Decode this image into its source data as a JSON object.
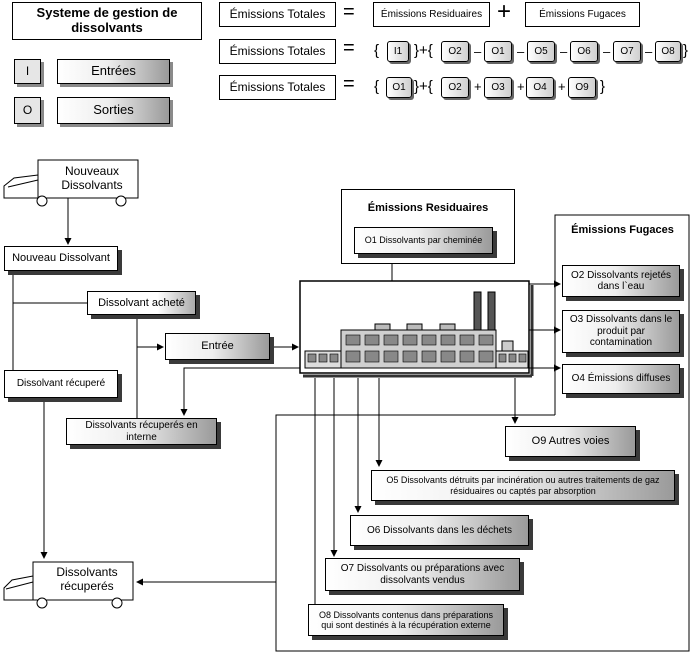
{
  "header": {
    "title": "Systeme de gestion de dissolvants",
    "legend_in_symbol": "I",
    "legend_in_label": "Entrées",
    "legend_out_symbol": "O",
    "legend_out_label": "Sorties"
  },
  "equations": {
    "row1": {
      "left": "Émissions Totales",
      "eq": "=",
      "a": "Émissions Residuaires",
      "plus": "+",
      "b": "Émissions Fugaces"
    },
    "row2": {
      "left": "Émissions Totales",
      "eq": "=",
      "open1": "{",
      "i1": "I1",
      "mid": "}+{",
      "o2": "O2",
      "m1": "–",
      "o1": "O1",
      "m2": "–",
      "o5": "O5",
      "m3": "–",
      "o6": "O6",
      "m4": "–",
      "o7": "O7",
      "m5": "–",
      "o8": "O8",
      "close": "}"
    },
    "row3": {
      "left": "Émissions Totales",
      "eq": "=",
      "open1": "{",
      "o1": "O1",
      "mid": "}+{",
      "o2": "O2",
      "p1": "+",
      "o3": "O3",
      "p2": "+",
      "o4": "O4",
      "p3": "+",
      "o9": "O9",
      "close": "}"
    }
  },
  "flow": {
    "truck_new": "Nouveaux Dissolvants",
    "new_solvent": "Nouveau Dissolvant",
    "bought": "Dissolvant acheté",
    "input": "Entrée",
    "recovered": "Dissolvant récuperé",
    "internal": "Dissolvants récuperés en interne",
    "truck_recovered": "Dissolvants récuperés",
    "residual_title": "Émissions Residuaires",
    "o1": "O1 Dissolvants par cheminée",
    "fugitive_title": "Émissions Fugaces",
    "o2": "O2  Dissolvants rejetés dans l`eau",
    "o3": "O3  Dissolvants dans le produit par contamination",
    "o4": "O4 Émissions diffuses",
    "o9": "O9 Autres voies",
    "o5": "O5 Dissolvants détruits par incinération ou autres traitements de gaz résiduaires ou  captés par absorption",
    "o6": "O6 Dissolvants  dans les déchets",
    "o7": "O7 Dissolvants  ou préparations avec dissolvants vendus",
    "o8": "O8 Dissolvants contenus dans préparations qui sont destinés à la récupération externe"
  },
  "icons": [
    "truck-icon",
    "factory-icon"
  ]
}
